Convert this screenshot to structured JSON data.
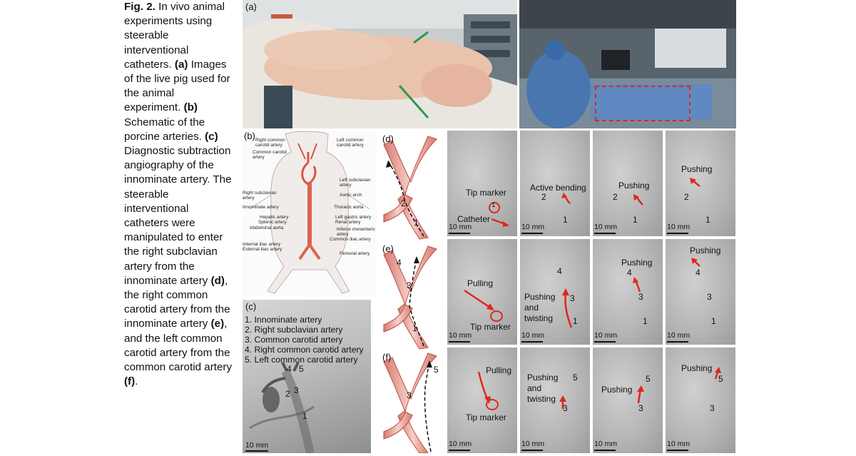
{
  "caption": {
    "fig": "Fig. 2.",
    "part1": " In vivo animal experiments using steerable interventional catheters. ",
    "a_tag": "(a)",
    "a_text": " Images of the live pig used for the animal experiment. ",
    "b_tag": "(b)",
    "b_text": " Schematic of the porcine arteries. ",
    "c_tag": "(c)",
    "c_text": " Diagnostic subtraction angiography of the innominate artery. The steerable interventional catheters were manipulated to enter the right subclavian artery from the innominate artery ",
    "d_tag": "(d)",
    "d_text": ", the right common carotid artery from the innominate artery ",
    "e_tag": "(e)",
    "e_text": ", and the left common carotid artery from the common carotid artery ",
    "f_tag": "(f)",
    "f_text": "."
  },
  "panel_labels": {
    "a": "(a)",
    "b": "(b)",
    "c": "(c)",
    "d": "(d)",
    "e": "(e)",
    "f": "(f)"
  },
  "schematic_labels": {
    "right_common_carotid": "Right common carotid artery",
    "common_carotid": "Common carotid artery",
    "left_common_carotid": "Left common carotid artery",
    "left_subclavian": "Left subclavian artery",
    "aortic_arch": "Aortic arch",
    "right_subclavian": "Right subclavian artery",
    "innominate": "Innominate artery",
    "thoracic_aorta": "Thoracic aorta",
    "hepatic": "Hepatic artery",
    "splenic": "Splenic artery",
    "left_gastric": "Left gastric artery",
    "renal": "Renal artery",
    "abdominal_aorta": "Abdominal aorta",
    "inferior_mesenteric": "Inferior mesenteric artery",
    "common_iliac": "Common iliac artery",
    "internal_iliac": "Internal iliac artery",
    "external_iliac": "External iliac artery",
    "femoral": "Femoral artery"
  },
  "legend_c": [
    "1. Innominate artery",
    "2. Right subclavian artery",
    "3. Common carotid artery",
    "4. Right common carotid artery",
    "5. Left common carotid artery"
  ],
  "scale": "10 mm",
  "frame_text": {
    "d1_tip": "Tip marker",
    "d1_catheter": "Catheter",
    "d2_active": "Active bending",
    "d3_push": "Pushing",
    "d4_push": "Pushing",
    "e1_pull": "Pulling",
    "e1_tip": "Tip marker",
    "e2_push": "Pushing",
    "e2_and": "and",
    "e2_twist": "twisting",
    "e3_push": "Pushing",
    "e4_push": "Pushing",
    "f1_pull": "Pulling",
    "f1_tip": "Tip marker",
    "f2_push": "Pushing",
    "f2_and": "and",
    "f2_twist": "twisting",
    "f3_push": "Pushing",
    "f4_push": "Pushing"
  },
  "nums": {
    "n1": "1",
    "n2": "2",
    "n3": "3",
    "n4": "4",
    "n5": "5"
  },
  "colors": {
    "arrow": "#e0261e",
    "artery": "#e8a49c",
    "artery_edge": "#c2564b",
    "dashed_box": "#e0261e"
  }
}
